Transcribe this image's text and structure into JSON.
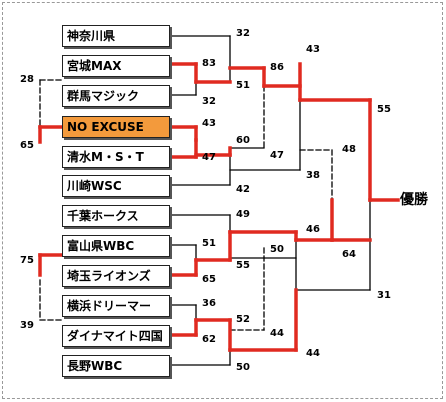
{
  "teams": [
    {
      "name": "神奈川県"
    },
    {
      "name": "宮城MAX"
    },
    {
      "name": "群馬マジック"
    },
    {
      "name": "NO EXCUSE",
      "highlight": true
    },
    {
      "name": "清水M・S・T"
    },
    {
      "name": "川崎WSC"
    },
    {
      "name": "千葉ホークス"
    },
    {
      "name": "富山県WBC"
    },
    {
      "name": "埼玉ライオンズ"
    },
    {
      "name": "横浜ドリーマー"
    },
    {
      "name": "ダイナマイト四国"
    },
    {
      "name": "長野WBC"
    }
  ],
  "scores": [
    "32",
    "83",
    "32",
    "51",
    "86",
    "43",
    "55",
    "28",
    "65",
    "43",
    "60",
    "47",
    "47",
    "38",
    "48",
    "42",
    "49",
    "51",
    "65",
    "75",
    "39",
    "55",
    "50",
    "46",
    "64",
    "31",
    "36",
    "52",
    "44",
    "62",
    "50",
    "44"
  ],
  "champion_label": "優勝",
  "colors": {
    "winner_line": "#e02a20",
    "highlight_team": "#f39a3c",
    "bracket_line": "#000000"
  }
}
